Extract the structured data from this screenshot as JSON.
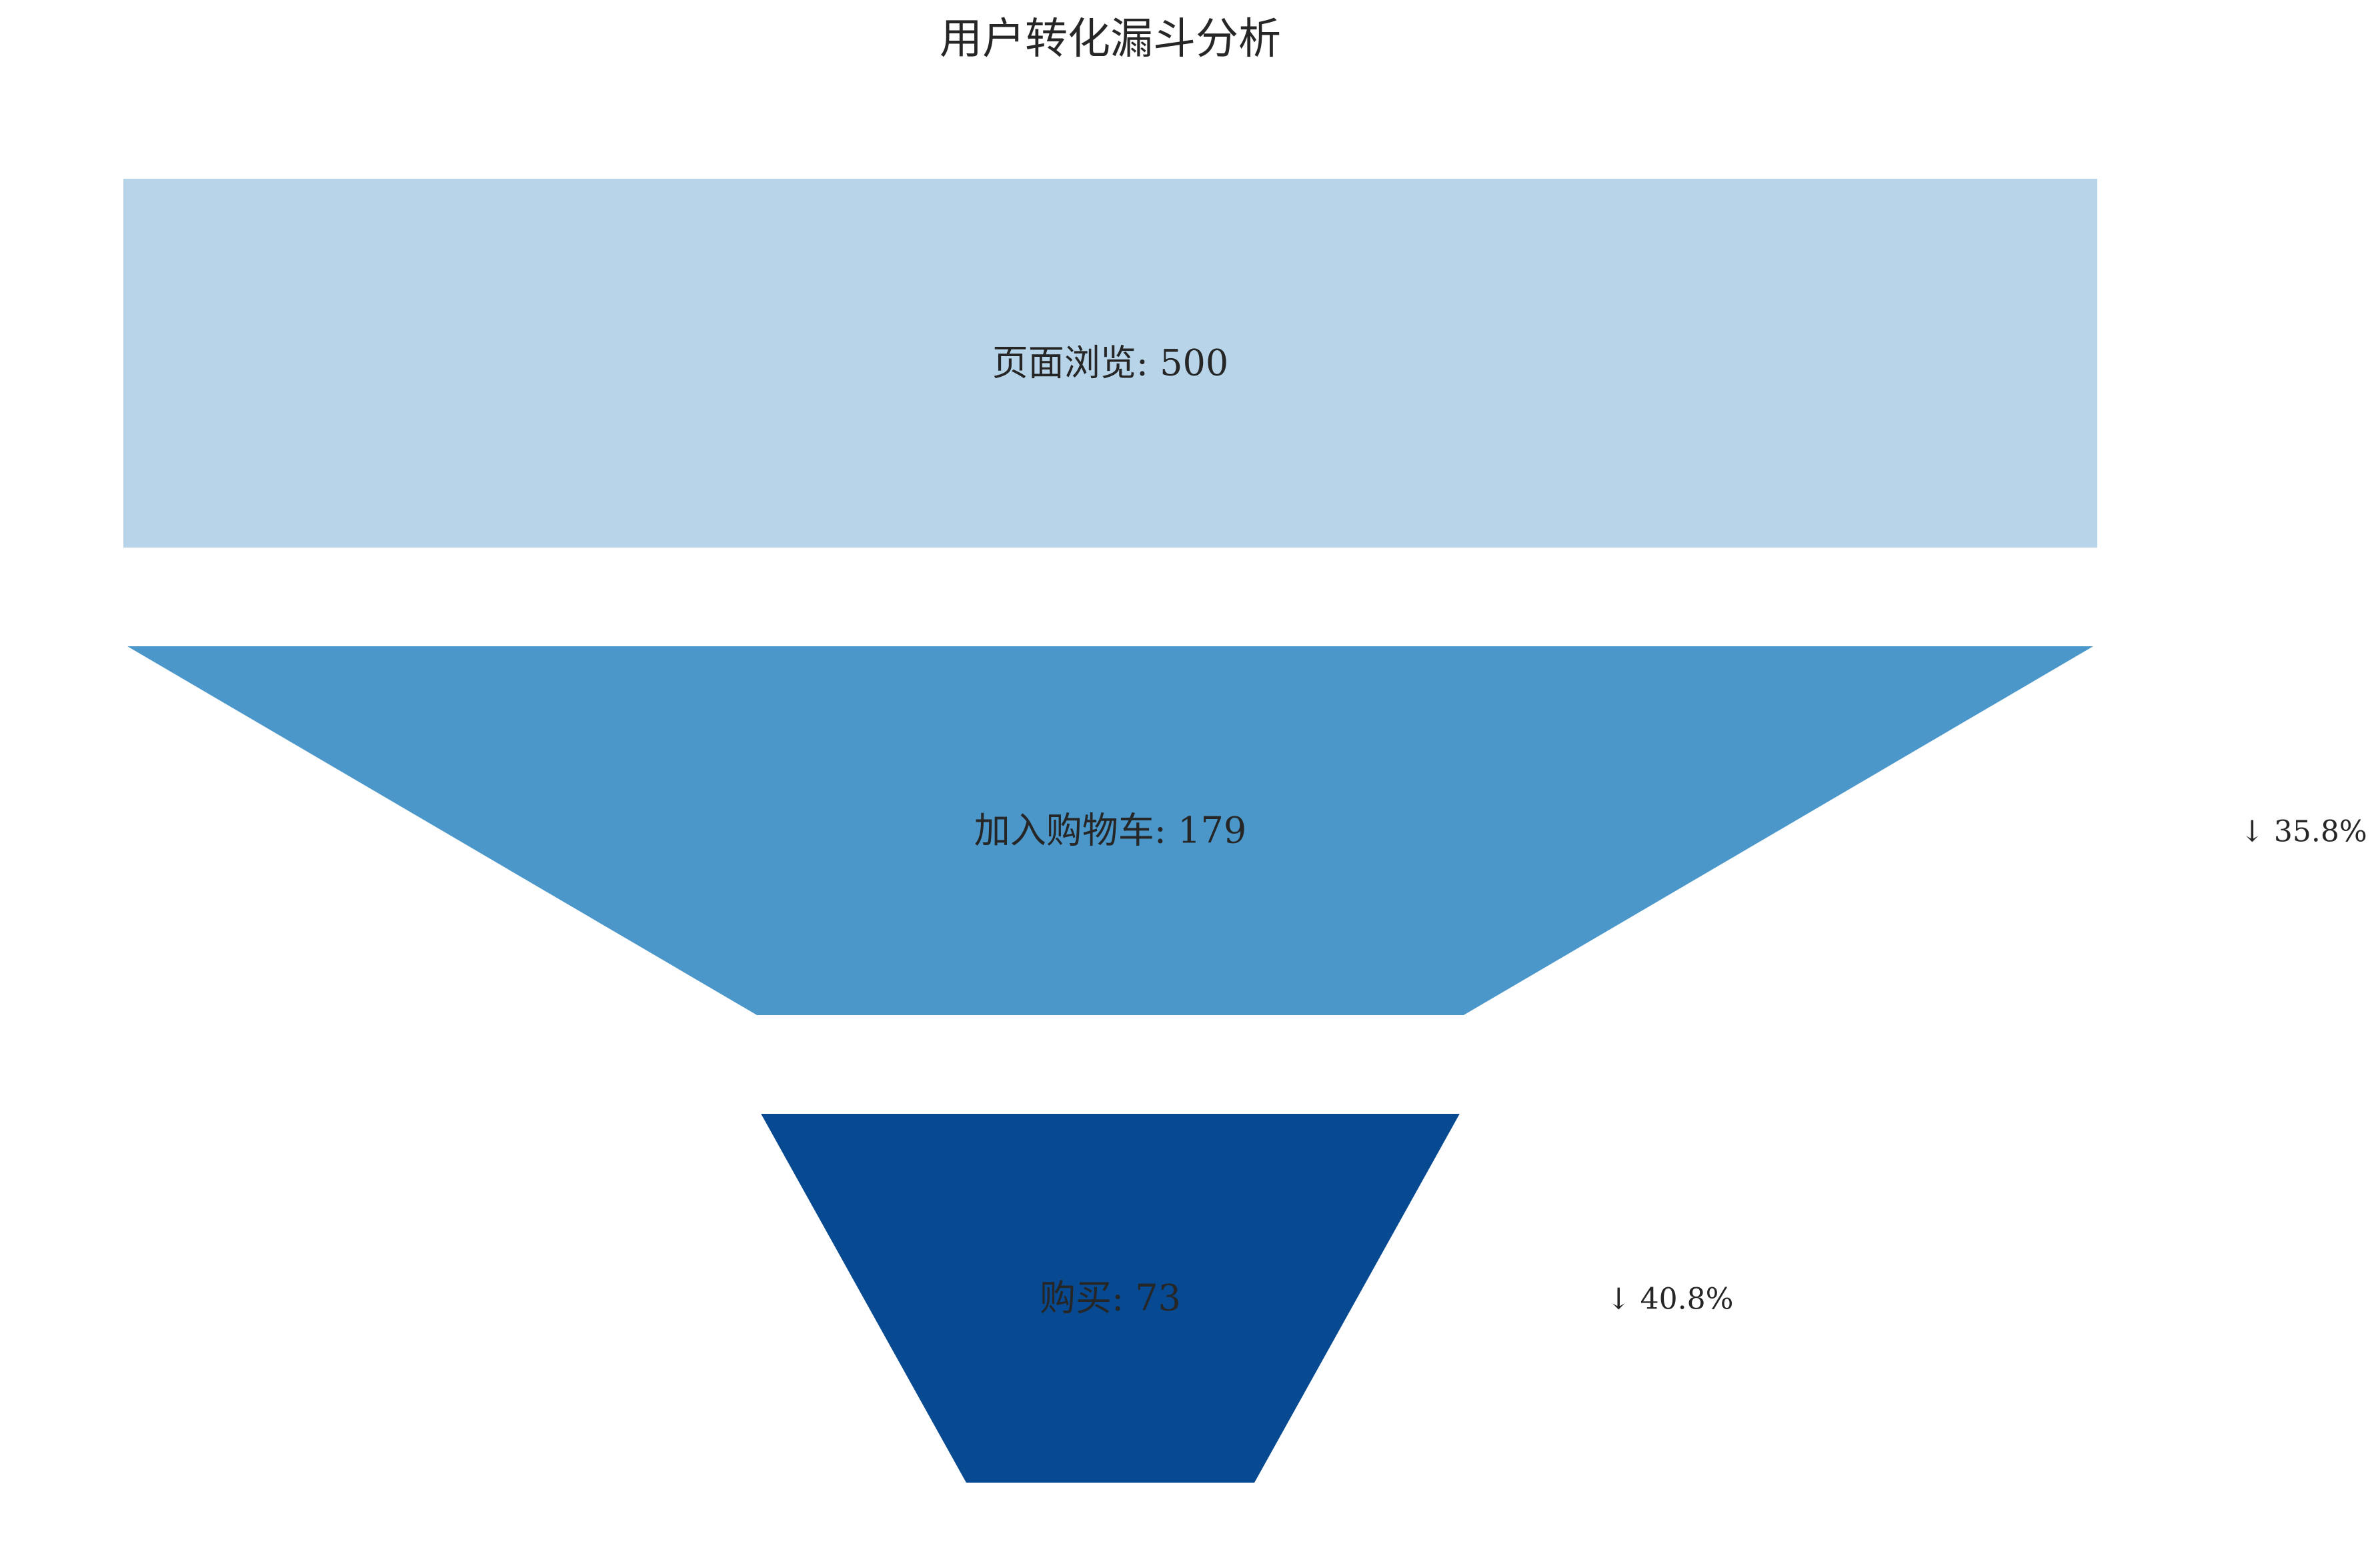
{
  "chart_data": {
    "type": "funnel",
    "title": "用户转化漏斗分析",
    "stages": [
      {
        "name": "页面浏览",
        "value": 500,
        "label": "页面浏览: 500",
        "color": "#b8d4e9"
      },
      {
        "name": "加入购物车",
        "value": 179,
        "label": "加入购物车: 179",
        "color": "#4b97c9"
      },
      {
        "name": "购买",
        "value": 73,
        "label": "购买: 73",
        "color": "#084a91"
      }
    ],
    "drops": [
      {
        "stage": "加入购物车",
        "rate": 35.8,
        "label": "↓ 35.8%"
      },
      {
        "stage": "购买",
        "rate": 40.8,
        "label": "↓ 40.8%"
      }
    ],
    "axes_visible": false,
    "grid": false,
    "legend": false
  }
}
